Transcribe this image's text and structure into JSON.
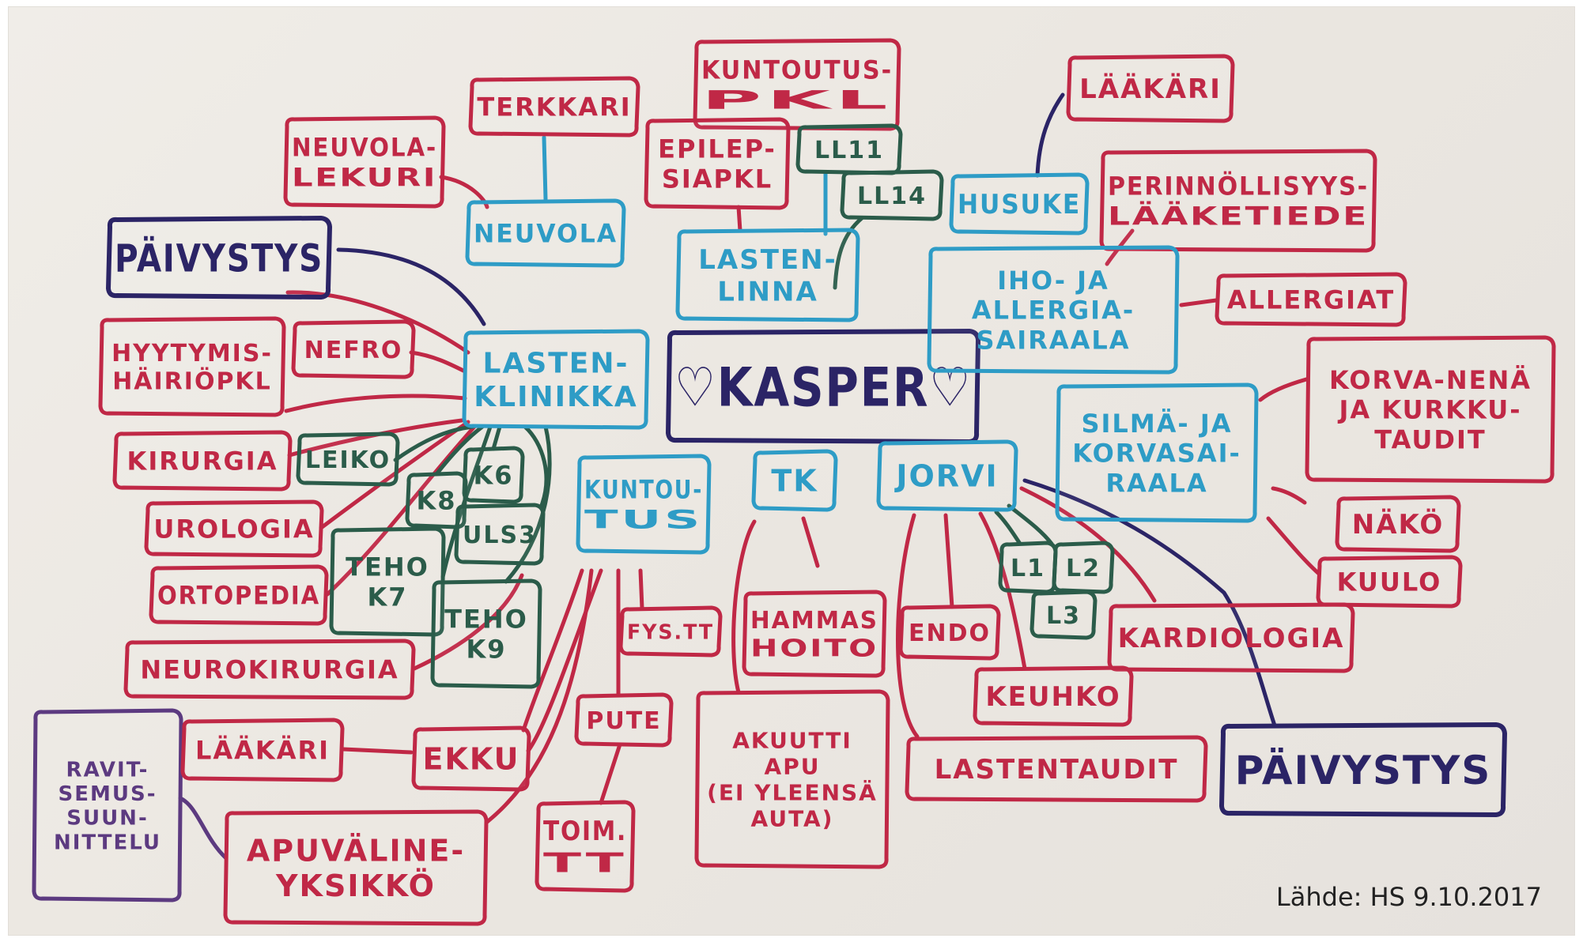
{
  "colors": {
    "red": "#c02846",
    "blue": "#2e9cc6",
    "green": "#2b5c4a",
    "navy": "#2b2466",
    "purple": "#5c3a80"
  },
  "center": "♡KASPER♡",
  "nodes": [
    {
      "id": "paivystys-left",
      "text": "PÄIVYSTYS",
      "color": "navy"
    },
    {
      "id": "neuvola-lekuri",
      "text": "NEUVOLA-\nLEKURI",
      "color": "red"
    },
    {
      "id": "terkkari",
      "text": "TERKKARI",
      "color": "red"
    },
    {
      "id": "neuvola",
      "text": "NEUVOLA",
      "color": "blue"
    },
    {
      "id": "kuntoutus-pkl",
      "text": "KUNTOUTUS-\nPKL",
      "color": "red"
    },
    {
      "id": "epilepsia-pkl",
      "text": "EPILEP-\nSIAPKL",
      "color": "red"
    },
    {
      "id": "ll11",
      "text": "LL11",
      "color": "green"
    },
    {
      "id": "ll14",
      "text": "LL14",
      "color": "green"
    },
    {
      "id": "lastenlinna",
      "text": "LASTEN-\nLINNA",
      "color": "blue"
    },
    {
      "id": "husuke",
      "text": "HUSUKE",
      "color": "blue"
    },
    {
      "id": "laakari-top",
      "text": "LÄÄKÄRI",
      "color": "red"
    },
    {
      "id": "perinnollisyys",
      "text": "PERINNÖLLISYYS-\nLÄÄKETIEDE",
      "color": "red"
    },
    {
      "id": "iho-allergia",
      "text": "IHO- JA\nALLERGIA-\nSAIRAALA",
      "color": "blue"
    },
    {
      "id": "allergiat",
      "text": "ALLERGIAT",
      "color": "red"
    },
    {
      "id": "hyytymis",
      "text": "HYYTYMIS-\nHÄIRIÖPKL",
      "color": "red"
    },
    {
      "id": "nefro",
      "text": "NEFRO",
      "color": "red"
    },
    {
      "id": "lastenklinikka",
      "text": "LASTEN-\nKLINIKKA",
      "color": "blue"
    },
    {
      "id": "korva-nena",
      "text": "KORVA-NENÄ\nJA KURKKU-\nTAUDIT",
      "color": "red"
    },
    {
      "id": "silma-korva",
      "text": "SILMÄ- JA\nKORVASAI-\nRAALA",
      "color": "blue"
    },
    {
      "id": "nako",
      "text": "NÄKÖ",
      "color": "red"
    },
    {
      "id": "kuulo",
      "text": "KUULO",
      "color": "red"
    },
    {
      "id": "kirurgia",
      "text": "KIRURGIA",
      "color": "red"
    },
    {
      "id": "leiko",
      "text": "LEIKO",
      "color": "green"
    },
    {
      "id": "k6",
      "text": "K6",
      "color": "green"
    },
    {
      "id": "k8",
      "text": "K8",
      "color": "green"
    },
    {
      "id": "urologia",
      "text": "UROLOGIA",
      "color": "red"
    },
    {
      "id": "uls3",
      "text": "ULS3",
      "color": "green"
    },
    {
      "id": "teho-k7",
      "text": "TEHO\nK7",
      "color": "green"
    },
    {
      "id": "teho-k9",
      "text": "TEHO\nK9",
      "color": "green"
    },
    {
      "id": "ortopedia",
      "text": "ORTOPEDIA",
      "color": "red"
    },
    {
      "id": "neurokirurgia",
      "text": "NEUROKIRURGIA",
      "color": "red"
    },
    {
      "id": "kuntoutus",
      "text": "KUNTOU-\nTUS",
      "color": "blue"
    },
    {
      "id": "tk",
      "text": "TK",
      "color": "blue"
    },
    {
      "id": "jorvi",
      "text": "JORVI",
      "color": "blue"
    },
    {
      "id": "fys-tt",
      "text": "FYS.TT",
      "color": "red"
    },
    {
      "id": "hammashoito",
      "text": "HAMMAS\nHOITO",
      "color": "red"
    },
    {
      "id": "endo",
      "text": "ENDO",
      "color": "red"
    },
    {
      "id": "l1",
      "text": "L1",
      "color": "green"
    },
    {
      "id": "l2",
      "text": "L2",
      "color": "green"
    },
    {
      "id": "l3",
      "text": "L3",
      "color": "green"
    },
    {
      "id": "kardiologia",
      "text": "KARDIOLOGIA",
      "color": "red"
    },
    {
      "id": "keuhko",
      "text": "KEUHKO",
      "color": "red"
    },
    {
      "id": "pute",
      "text": "PUTE",
      "color": "red"
    },
    {
      "id": "akuutti-apu",
      "text": "AKUUTTI\nAPU\n(EI YLEENSÄ\nAUTA)",
      "color": "red"
    },
    {
      "id": "lastentaudit",
      "text": "LASTENTAUDIT",
      "color": "red"
    },
    {
      "id": "paivystys-right",
      "text": "PÄIVYSTYS",
      "color": "navy"
    },
    {
      "id": "ravitsemus",
      "text": "RAVIT-\nSEMUS-\nSUUN-\nNITTELU",
      "color": "purple"
    },
    {
      "id": "laakari-bottom",
      "text": "LÄÄKÄRI",
      "color": "red"
    },
    {
      "id": "ekku",
      "text": "EKKU",
      "color": "red"
    },
    {
      "id": "apuvalineyksikko",
      "text": "APUVÄLINE-\nYKSIKKÖ",
      "color": "red"
    },
    {
      "id": "toim-tt",
      "text": "TOIM.\nTT",
      "color": "red"
    }
  ],
  "source_note": "Lähde: HS 9.10.2017"
}
